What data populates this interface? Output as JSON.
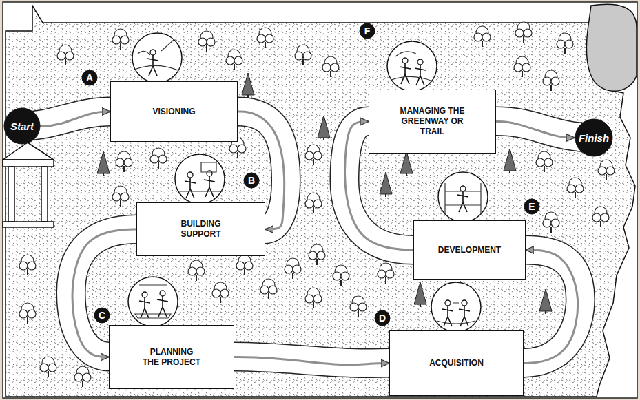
{
  "diagram": {
    "nodes": [
      {
        "text": [
          "Start"
        ]
      },
      {
        "text": [
          "A"
        ]
      },
      {
        "text": [
          "VISIONING"
        ]
      },
      {
        "text": [
          "B"
        ]
      },
      {
        "text": [
          "BUILDING SUPPORT"
        ]
      },
      {
        "text": [
          "C"
        ]
      },
      {
        "text": [
          "PLANNING THE PROJECT"
        ]
      },
      {
        "text": [
          "D"
        ]
      },
      {
        "text": [
          "ACQUISITION"
        ]
      },
      {
        "text": [
          "E"
        ]
      },
      {
        "text": [
          "DEVELOPMENT"
        ]
      },
      {
        "text": [
          "F"
        ]
      },
      {
        "text": [
          "MANAGING THE GREENWAY OR TRAIL"
        ]
      },
      {
        "text": [
          "Finish"
        ]
      }
    ],
    "edges": [
      {
        "from": 0,
        "to": 2,
        "arrow": "to"
      },
      {
        "from": 2,
        "to": 4,
        "arrow": "to"
      },
      {
        "from": 4,
        "to": 6,
        "arrow": "to"
      },
      {
        "from": 6,
        "to": 8,
        "arrow": "to"
      },
      {
        "from": 8,
        "to": 10,
        "arrow": "to"
      },
      {
        "from": 10,
        "to": 12,
        "arrow": "to"
      },
      {
        "from": 12,
        "to": 13,
        "arrow": "to"
      }
    ]
  }
}
